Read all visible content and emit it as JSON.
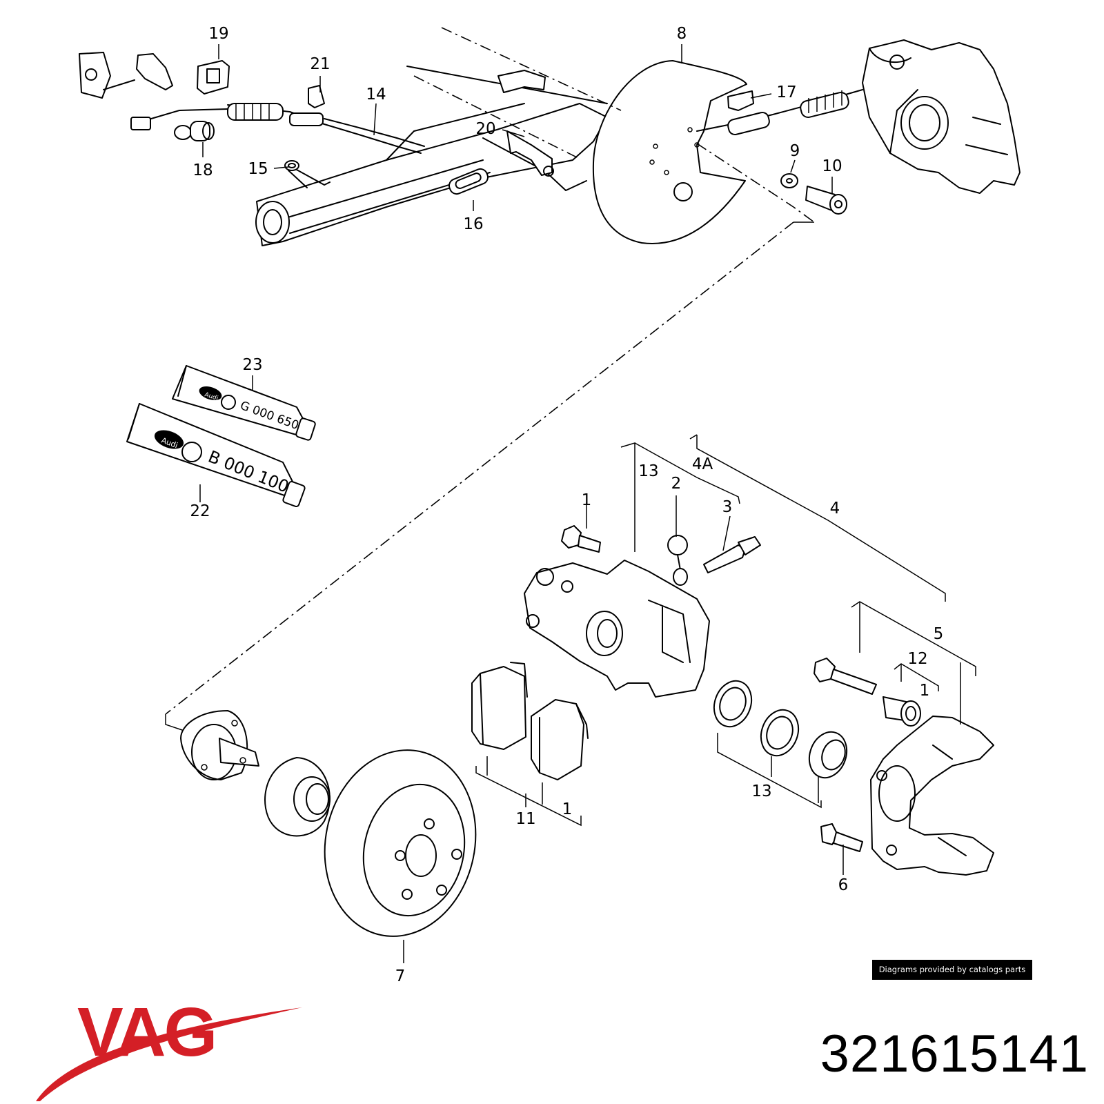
{
  "callouts": {
    "c19": "19",
    "c21": "21",
    "c14": "14",
    "c8": "8",
    "c17": "17",
    "c20": "20",
    "c18": "18",
    "c15": "15",
    "c16": "16",
    "c9": "9",
    "c10": "10",
    "c23": "23",
    "c22": "22",
    "c13a": "13",
    "c4A": "4A",
    "c2": "2",
    "c1a": "1",
    "c3": "3",
    "c4": "4",
    "c5": "5",
    "c12": "12",
    "c1b": "1",
    "c13b": "13",
    "c11": "11",
    "c1c": "1",
    "c6": "6",
    "c7": "7"
  },
  "tubes": {
    "top": {
      "brand": "Audi",
      "code": "G 000 650"
    },
    "bottom": {
      "brand": "Audi",
      "code": "B 000 100"
    }
  },
  "credit": "Diagrams provided by catalogs parts",
  "brand": "VAG",
  "part_number": "321615141",
  "colors": {
    "brand_red": "#d41f26",
    "ink": "#000000",
    "background": "#ffffff"
  }
}
